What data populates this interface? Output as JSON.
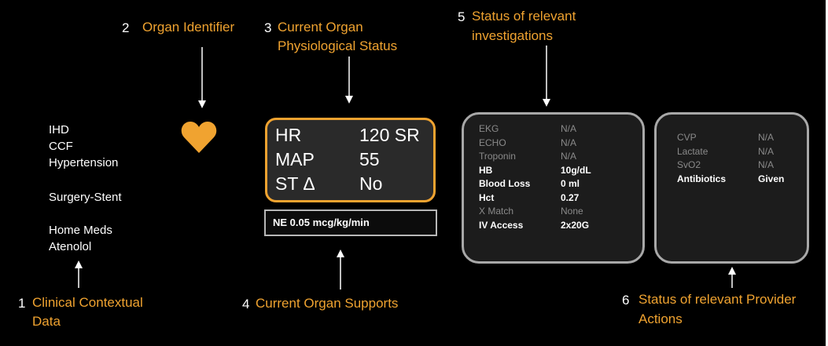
{
  "labels": {
    "l1": {
      "num": "1",
      "text": [
        "Clinical Contextual",
        "Data"
      ]
    },
    "l2": {
      "num": "2",
      "text": "Organ Identifier"
    },
    "l3": {
      "num": "3",
      "text": [
        "Current Organ",
        "Physiological Status"
      ]
    },
    "l4": {
      "num": "4",
      "text": "Current Organ Supports"
    },
    "l5": {
      "num": "5",
      "text": [
        "Status of relevant",
        "investigations"
      ]
    },
    "l6": {
      "num": "6",
      "text": [
        "Status of relevant Provider",
        "Actions"
      ]
    }
  },
  "context": {
    "history": [
      "IHD",
      "CCF",
      "Hypertension"
    ],
    "surgery": "Surgery-Stent",
    "meds": [
      "Home Meds",
      "Atenolol"
    ]
  },
  "organ_icon": {
    "name": "heart",
    "color": "#f0a330"
  },
  "organ_status": [
    {
      "label": "HR",
      "value": "120 SR"
    },
    {
      "label": "MAP",
      "value": "55"
    },
    {
      "label": "ST Δ",
      "value": "No"
    }
  ],
  "organ_support": "NE 0.05 mcg/kg/min",
  "investigations": [
    {
      "label": "EKG",
      "value": "N/A",
      "highlight": false
    },
    {
      "label": "ECHO",
      "value": "N/A",
      "highlight": false
    },
    {
      "label": "Troponin",
      "value": "N/A",
      "highlight": false
    },
    {
      "label": "HB",
      "value": "10g/dL",
      "highlight": true
    },
    {
      "label": "Blood Loss",
      "value": "0 ml",
      "highlight": true
    },
    {
      "label": "Hct",
      "value": "0.27",
      "highlight": true
    },
    {
      "label": "X Match",
      "value": "None",
      "highlight": false
    },
    {
      "label": "IV Access",
      "value": "2x20G",
      "highlight": true
    }
  ],
  "provider_actions": [
    {
      "label": "CVP",
      "value": "N/A",
      "highlight": false
    },
    {
      "label": "Lactate",
      "value": "N/A",
      "highlight": false
    },
    {
      "label": "SvO2",
      "value": "N/A",
      "highlight": false
    },
    {
      "label": "Antibiotics",
      "value": "Given",
      "highlight": true
    }
  ],
  "colors": {
    "accent": "#f0a330",
    "background": "#000000",
    "text": "#ffffff",
    "dim_text": "#8a8a8a",
    "panel_border": "#a8a8a8"
  }
}
